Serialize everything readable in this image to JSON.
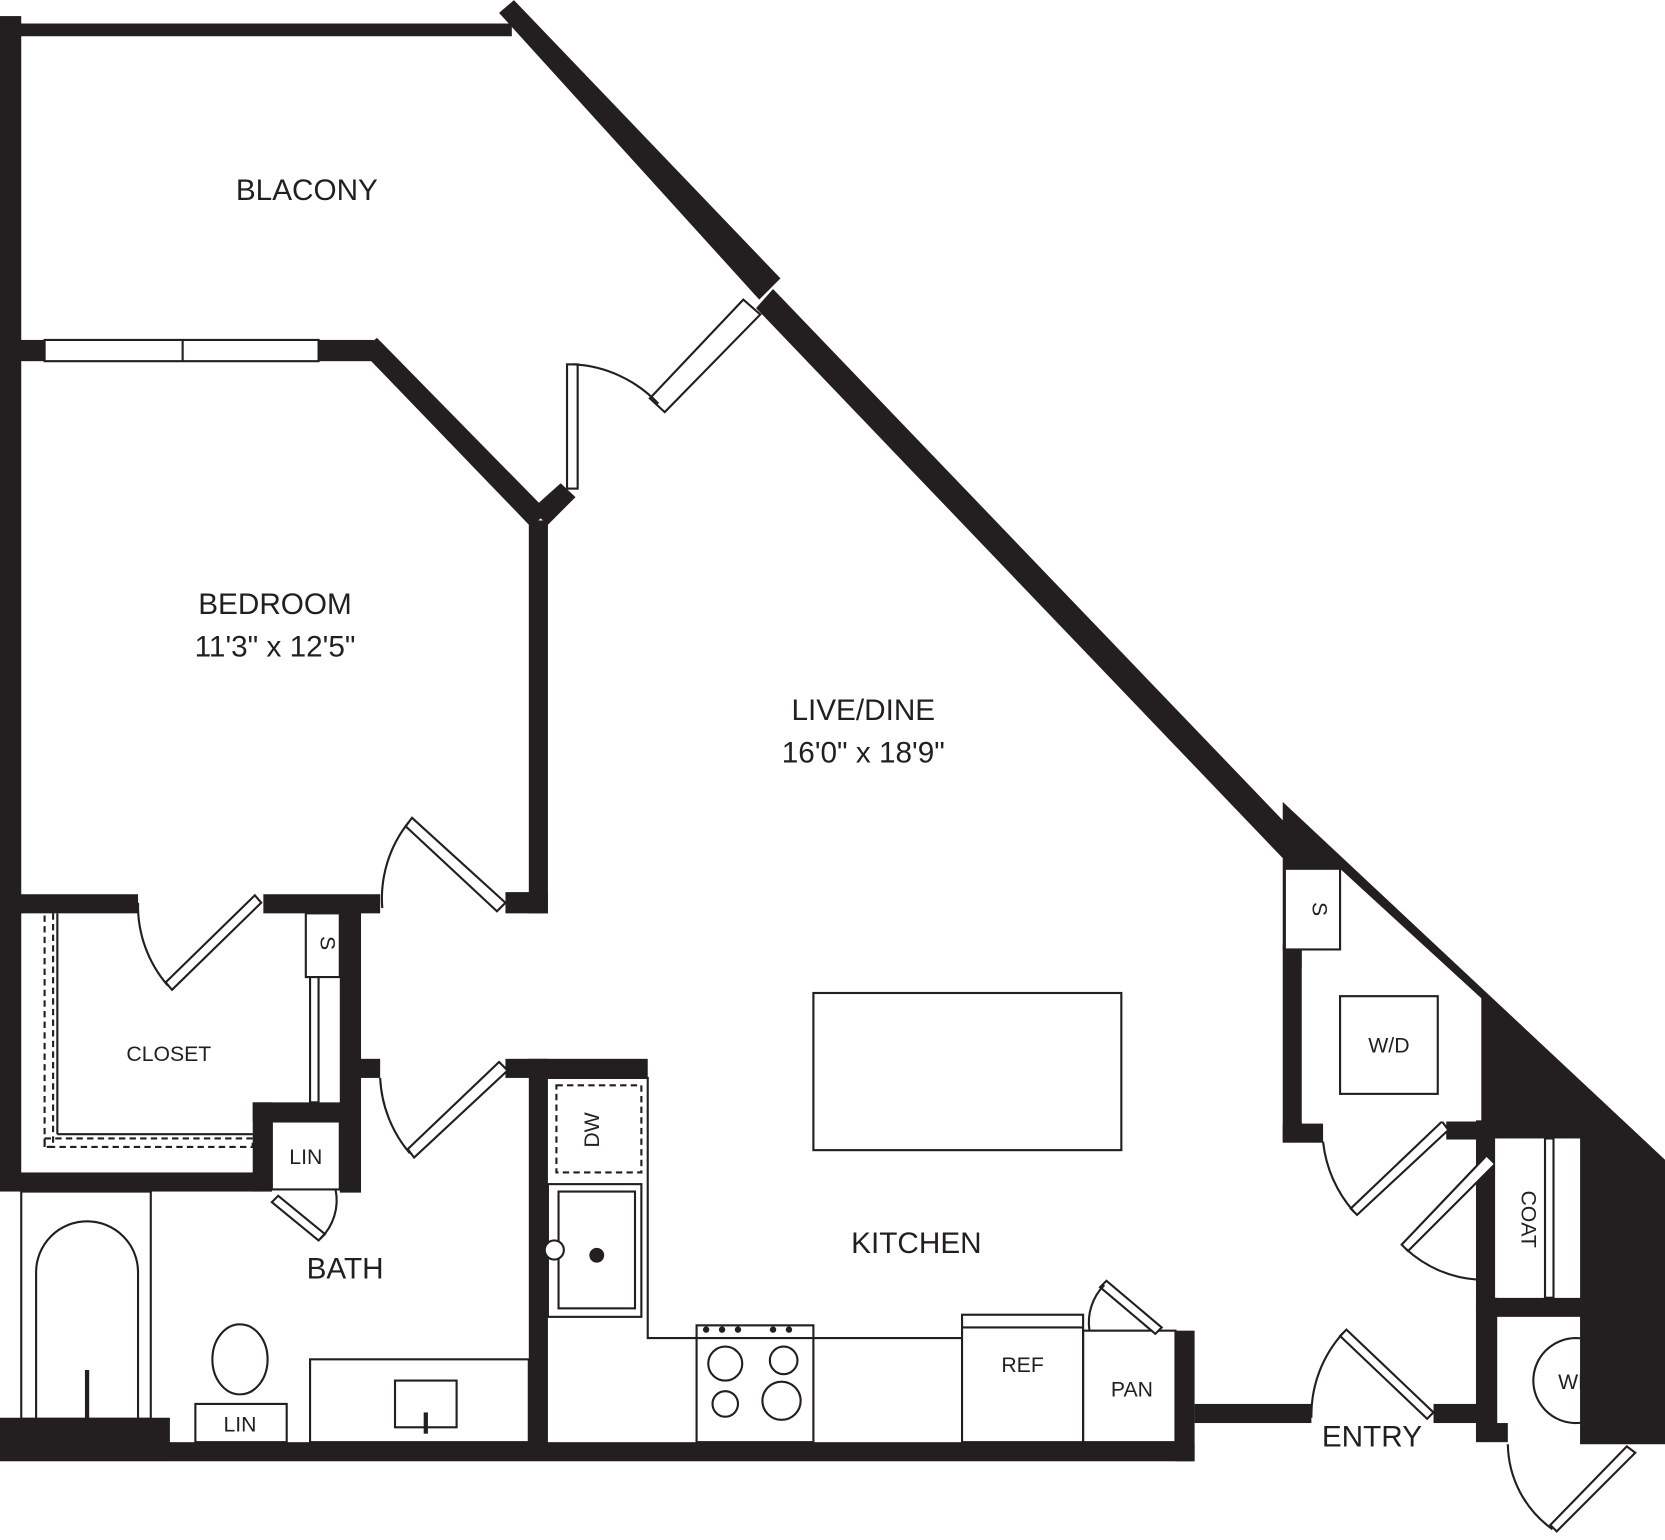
{
  "colors": {
    "wall": "#231f20",
    "background": "#ffffff"
  },
  "rooms": {
    "balcony": {
      "name": "BLACONY"
    },
    "bedroom": {
      "name": "BEDROOM",
      "size": "11'3\" x 12'5\""
    },
    "live_dine": {
      "name": "LIVE/DINE",
      "size": "16'0\" x 18'9\""
    },
    "closet": {
      "name": "CLOSET"
    },
    "bath": {
      "name": "BATH"
    },
    "kitchen": {
      "name": "KITCHEN"
    },
    "entry": {
      "name": "ENTRY"
    }
  },
  "fixtures": {
    "shelf_closet": "S",
    "shelf_live": "S",
    "linen_closet": "LIN",
    "linen_bath": "LIN",
    "dishwasher": "DW",
    "refrigerator": "REF",
    "pantry": "PAN",
    "washer_dryer": "W/D",
    "coat": "COAT",
    "water_heater": "WH"
  }
}
